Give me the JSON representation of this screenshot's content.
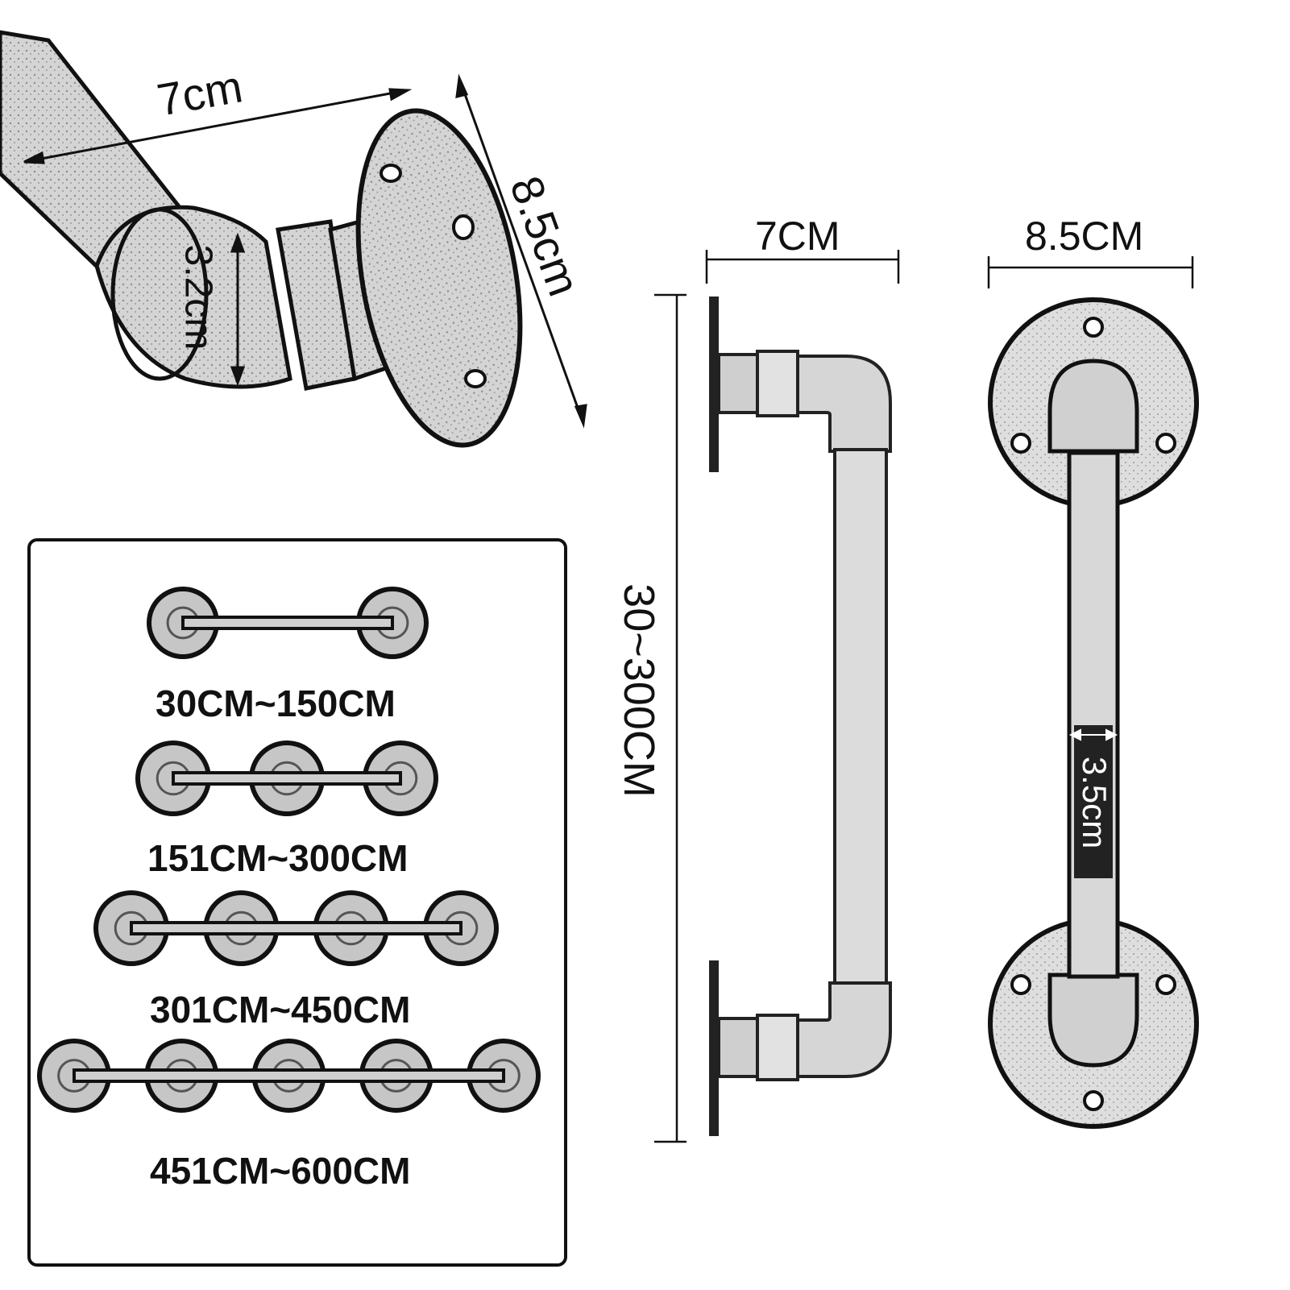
{
  "detail": {
    "length_label": "7cm",
    "flange_label": "8.5cm",
    "pipe_label": "3.2cm"
  },
  "side_view": {
    "depth_label": "7CM",
    "length_label": "30~300CM"
  },
  "front_view": {
    "flange_label": "8.5CM",
    "pipe_label": "3.5cm"
  },
  "options": [
    {
      "label": "30CM~150CM",
      "flanges": 2
    },
    {
      "label": "151CM~300CM",
      "flanges": 3
    },
    {
      "label": "301CM~450CM",
      "flanges": 4
    },
    {
      "label": "451CM~600CM",
      "flanges": 5
    }
  ],
  "colors": {
    "ink": "#111111",
    "metal": "#bfbfbf",
    "metal_dark": "#7a7a7a",
    "paper": "#ffffff"
  }
}
